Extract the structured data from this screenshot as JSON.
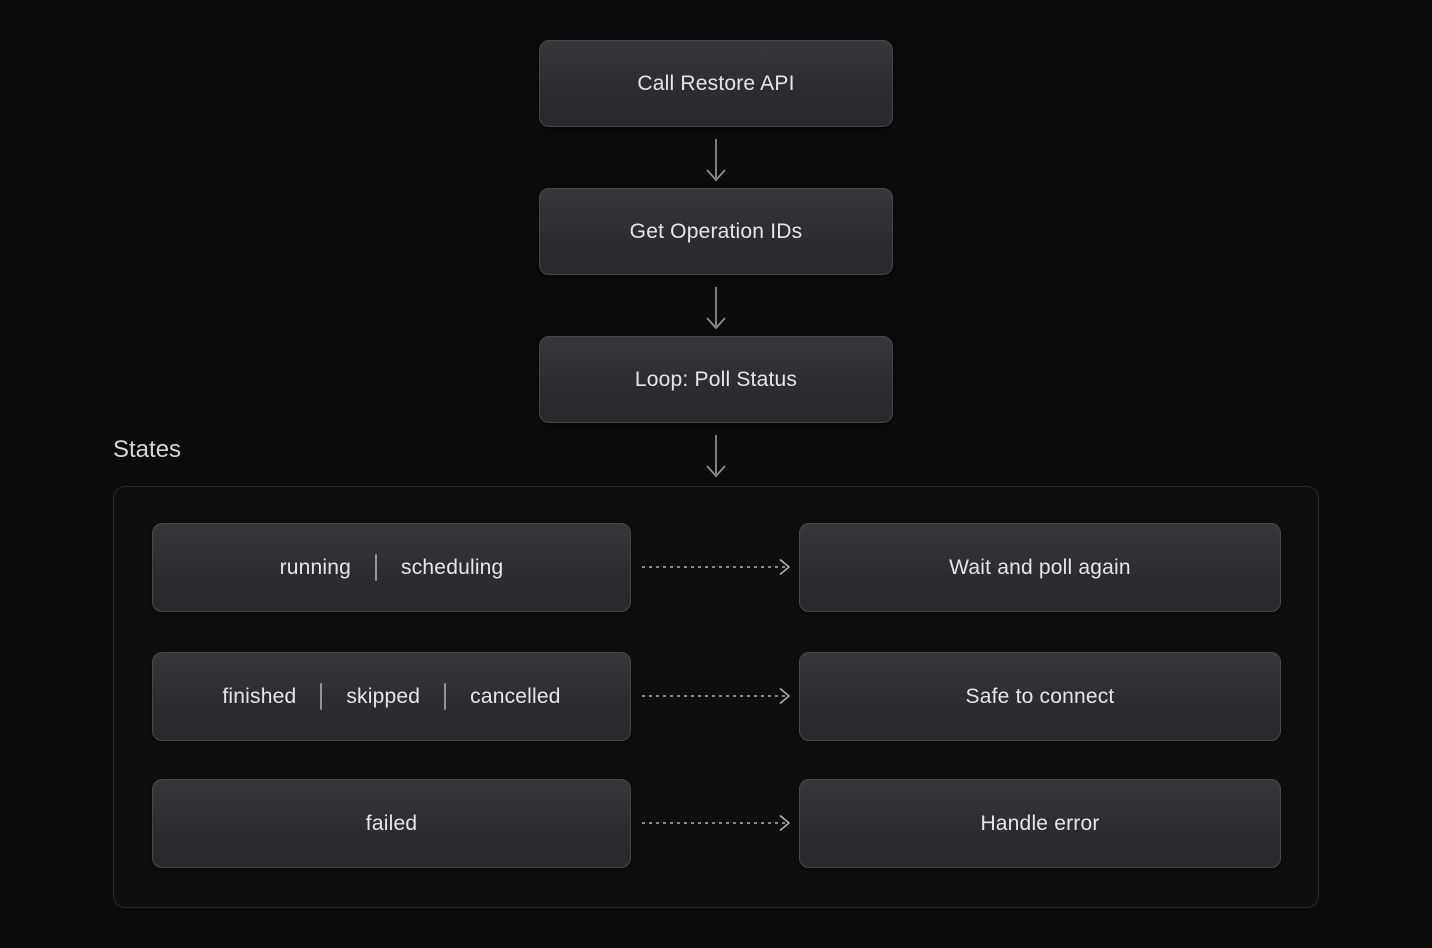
{
  "colors": {
    "page_background": "#0b0b0c",
    "node_background_top": "#36373c",
    "node_background_bottom": "#28292d",
    "node_border": "#47484c",
    "node_text": "#e6e6e8",
    "section_label_text": "#d5d5d7",
    "container_border": "#28292c",
    "solid_arrow": "#8e8e92",
    "dashed_arrow": "#b2b2b6",
    "state_separator": "#a7a7ab"
  },
  "flow": {
    "nodes": [
      {
        "label": "Call Restore API"
      },
      {
        "label": "Get Operation IDs"
      },
      {
        "label": "Loop: Poll Status"
      }
    ]
  },
  "states_section": {
    "label": "States",
    "rows": [
      {
        "states": [
          "running",
          "scheduling"
        ],
        "action": "Wait and poll again"
      },
      {
        "states": [
          "finished",
          "skipped",
          "cancelled"
        ],
        "action": "Safe to connect"
      },
      {
        "states": [
          "failed"
        ],
        "action": "Handle error"
      }
    ]
  }
}
